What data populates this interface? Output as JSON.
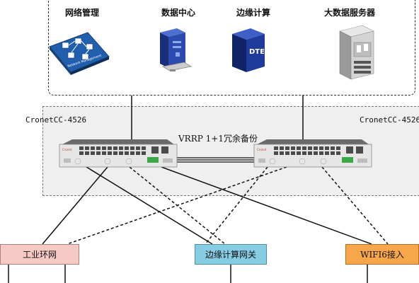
{
  "top_services": [
    {
      "label": "网络管理",
      "icon": "network-management-icon"
    },
    {
      "label": "数据中心",
      "icon": "data-center-server-icon"
    },
    {
      "label": "边缘计算",
      "icon": "edge-computing-dte-icon"
    },
    {
      "label": "大数据服务器",
      "icon": "big-data-server-icon"
    }
  ],
  "icon_text": {
    "network": "Network Management",
    "dte": "DTE"
  },
  "devices": {
    "left_name": "CronetCC-4526",
    "right_name": "CronetCC-4526"
  },
  "redundancy_label": "VRRP 1+1冗余备份",
  "bottom_boxes": {
    "industrial": "工业环网",
    "edge_gateway": "边缘计算网关",
    "wifi": "WIFI6接入"
  },
  "colors": {
    "industrial_box": "#f7c9c4",
    "edge_gateway_box": "#86cde4",
    "wifi_box": "#f7a64a",
    "device_zone": "#efefef"
  }
}
